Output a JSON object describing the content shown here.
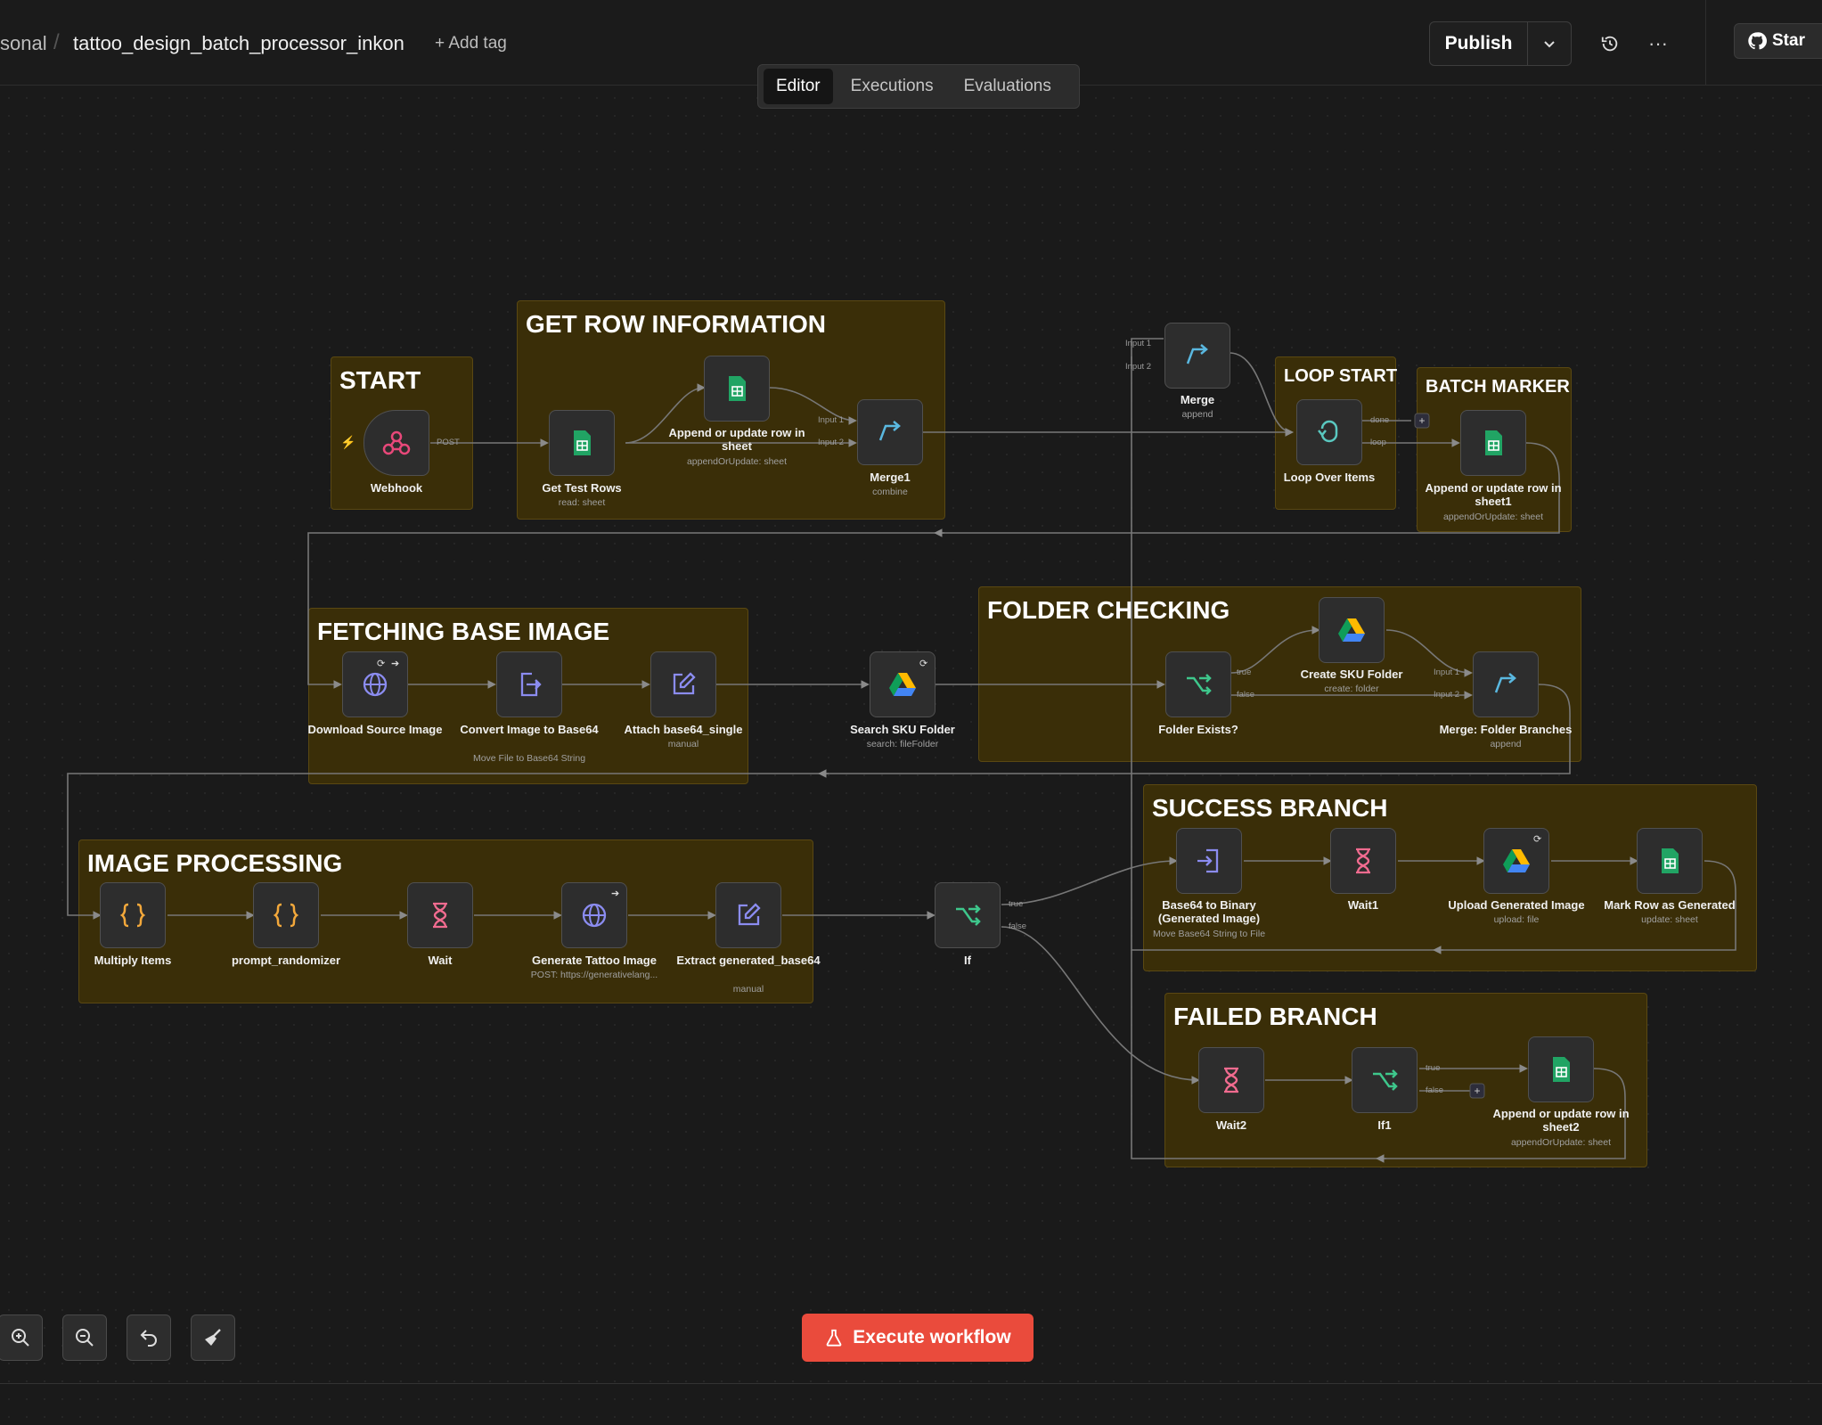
{
  "header": {
    "breadcrumb_prefix": "sonal",
    "breadcrumb_sep": "/",
    "workflow_name": "tattoo_design_batch_processor_inkon",
    "add_tag": "+ Add tag",
    "tabs": [
      "Editor",
      "Executions",
      "Evaluations"
    ],
    "publish_label": "Publish",
    "star_label": "Star"
  },
  "groups": {
    "start": "START",
    "get_row": "GET ROW INFORMATION",
    "loop_start": "LOOP START",
    "batch_marker": "BATCH MARKER",
    "fetching": "FETCHING BASE IMAGE",
    "folder": "FOLDER CHECKING",
    "success": "SUCCESS BRANCH",
    "image_proc": "IMAGE PROCESSING",
    "failed": "FAILED BRANCH"
  },
  "nodes": {
    "webhook": {
      "label": "Webhook"
    },
    "get_test_rows": {
      "label": "Get Test Rows",
      "sub": "read: sheet"
    },
    "append_row": {
      "label": "Append or update row in sheet",
      "sub": "appendOrUpdate: sheet"
    },
    "merge1": {
      "label": "Merge1",
      "sub": "combine"
    },
    "merge": {
      "label": "Merge",
      "sub": "append"
    },
    "loop": {
      "label": "Loop Over Items"
    },
    "append_row1": {
      "label": "Append or update row in sheet1",
      "sub": "appendOrUpdate: sheet"
    },
    "download": {
      "label": "Download Source Image"
    },
    "convert": {
      "label": "Convert Image to Base64",
      "sub": "Move File to Base64 String"
    },
    "attach": {
      "label": "Attach base64_single",
      "sub": "manual"
    },
    "search_sku": {
      "label": "Search SKU Folder",
      "sub": "search: fileFolder"
    },
    "folder_exists": {
      "label": "Folder Exists?"
    },
    "create_sku": {
      "label": "Create SKU Folder",
      "sub": "create: folder"
    },
    "merge_folder": {
      "label": "Merge: Folder Branches",
      "sub": "append"
    },
    "b64_binary": {
      "label": "Base64 to Binary (Generated Image)",
      "sub": "Move Base64 String to File"
    },
    "wait1": {
      "label": "Wait1"
    },
    "upload": {
      "label": "Upload Generated Image",
      "sub": "upload: file"
    },
    "mark_row": {
      "label": "Mark Row as Generated",
      "sub": "update: sheet"
    },
    "multiply": {
      "label": "Multiply Items"
    },
    "prompt_rand": {
      "label": "prompt_randomizer"
    },
    "wait": {
      "label": "Wait"
    },
    "generate": {
      "label": "Generate Tattoo Image",
      "sub": "POST: https://generativelang..."
    },
    "extract": {
      "label": "Extract generated_base64",
      "sub": "manual"
    },
    "if": {
      "label": "If"
    },
    "wait2": {
      "label": "Wait2"
    },
    "if1": {
      "label": "If1"
    },
    "append_row2": {
      "label": "Append or update row in sheet2",
      "sub": "appendOrUpdate: sheet"
    }
  },
  "edge_labels": {
    "post": "POST",
    "input1": "Input 1",
    "input2": "Input 2",
    "done": "done",
    "loop": "loop",
    "true": "true",
    "false": "false"
  },
  "footer": {
    "execute_label": "Execute workflow"
  },
  "colors": {
    "background": "#1a1a1a",
    "group_fill": "#3a2e08",
    "execute_button": "#ea4b3c",
    "sheets_green": "#21a464",
    "wire": "#7a7a7a"
  }
}
